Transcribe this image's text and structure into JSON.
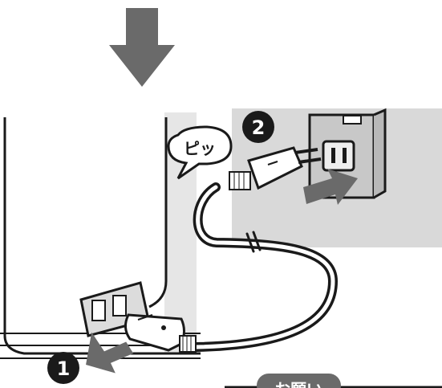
{
  "diagram": {
    "callout_text": "ピッ",
    "steps": [
      {
        "number": "1"
      },
      {
        "number": "2"
      }
    ],
    "caption_partial": "お願い",
    "colors": {
      "line": "#1a1a1a",
      "arrow_gray": "#6a6a6a",
      "panel_gray": "#d9d9d9",
      "panel_gray_light": "#e6e6e6",
      "outlet_face": "#c8c8c8"
    },
    "icons": [
      "down-arrow-icon",
      "push-arrow-icon"
    ]
  }
}
